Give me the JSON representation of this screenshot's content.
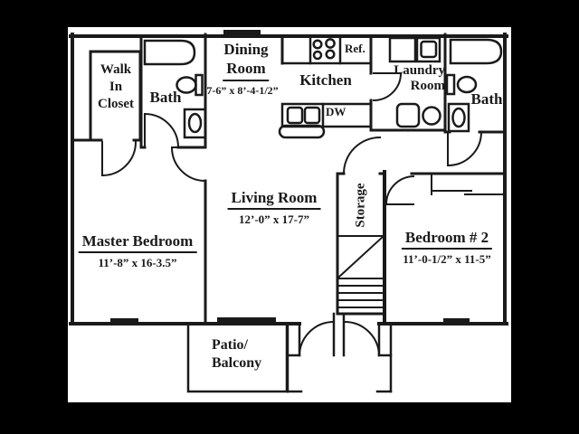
{
  "title": "Apartment Floor Plan",
  "colors": {
    "background": "#000000",
    "paper": "#ffffff",
    "line": "#1a1a1a"
  },
  "rooms": {
    "walk_in_closet": {
      "line1": "Walk",
      "line2": "In",
      "line3": "Closet"
    },
    "bath_left": {
      "name": "Bath"
    },
    "dining_room": {
      "name_line1": "Dining",
      "name_line2": "Room",
      "dims": "7-6” x 8’-4-1/2”"
    },
    "kitchen": {
      "name": "Kitchen"
    },
    "laundry_room": {
      "name_line1": "Laundry",
      "name_line2": "Room"
    },
    "bath_right": {
      "name": "Bath"
    },
    "living_room": {
      "name": "Living Room",
      "dims": "12’-0” x 17-7”"
    },
    "storage": {
      "name": "Storage"
    },
    "master_bedroom": {
      "name": "Master Bedroom",
      "dims": "11’-8” x 16-3.5”"
    },
    "bedroom_2": {
      "name": "Bedroom # 2",
      "dims": "11’-0-1/2” x 11-5”"
    },
    "patio_balcony": {
      "line1": "Patio/",
      "line2": "Balcony"
    }
  },
  "appliances": {
    "refrigerator": "Ref.",
    "dishwasher": "DW"
  }
}
